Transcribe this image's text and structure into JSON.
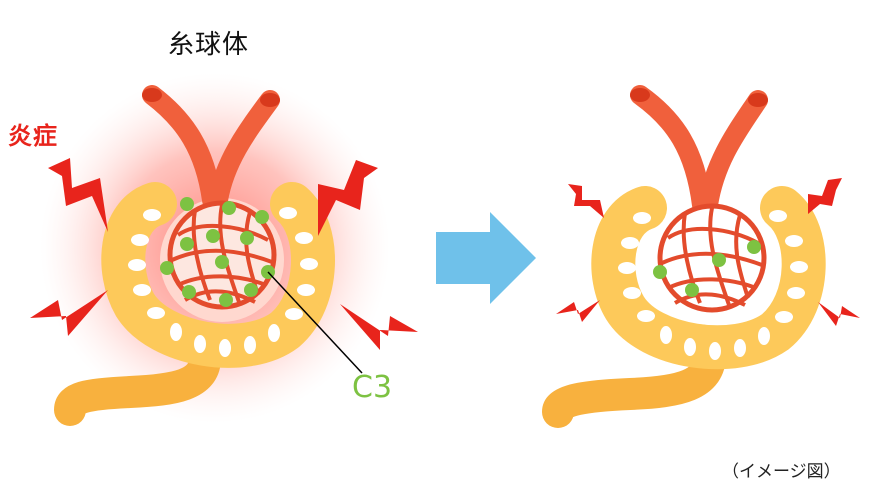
{
  "labels": {
    "title": "糸球体",
    "inflammation": "炎症",
    "c3": "C3",
    "note": "（イメージ図）"
  },
  "colors": {
    "vessel": "#f0603c",
    "vessel_dark": "#d8391c",
    "capsule": "#fdc95a",
    "tubule": "#f8b13e",
    "glow": "#ff7a6e",
    "lightning": "#e8241c",
    "c3_dot": "#7dc242",
    "arrow": "#6fc1ea"
  }
}
